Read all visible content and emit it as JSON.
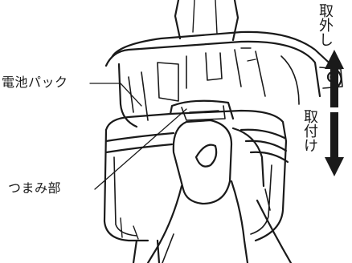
{
  "labels": {
    "battery_pack": "電池パック",
    "knob": "つまみ部"
  },
  "directions": {
    "remove": "取外し",
    "attach": "取付け"
  },
  "colors": {
    "line": "#1a1a1a",
    "fill": "#ffffff",
    "hatch": "#d8d8d8"
  }
}
